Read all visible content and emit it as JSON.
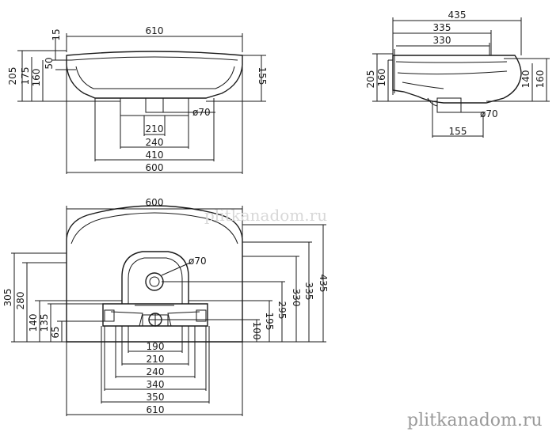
{
  "front_view": {
    "dims": {
      "top_width": "610",
      "top_depth": "15",
      "bowl_depth": "50",
      "height_205": "205",
      "height_175": "175",
      "height_160": "160",
      "right_height": "155",
      "drain_diameter": "ø70",
      "w210": "210",
      "w240": "240",
      "w410": "410",
      "w600": "600"
    }
  },
  "side_view": {
    "dims": {
      "d435": "435",
      "d335": "335",
      "d330": "330",
      "h205": "205",
      "h160_left": "160",
      "h140": "140",
      "h160_right": "160",
      "drain_diameter": "ø70",
      "w155": "155"
    }
  },
  "top_view": {
    "dims": {
      "top_width": "600",
      "h305": "305",
      "h280": "280",
      "h140": "140",
      "h135": "135",
      "h65": "65",
      "drain_diameter": "ø70",
      "r100": "100",
      "r195": "195",
      "r295": "295",
      "r330": "330",
      "r335": "335",
      "r435": "435",
      "w190": "190",
      "w210": "210",
      "w240": "240",
      "w340": "340",
      "w350": "350",
      "w610": "610"
    }
  },
  "watermark": {
    "faint": "plitkanadom.ru",
    "bold": "plitkanadom.ru"
  }
}
